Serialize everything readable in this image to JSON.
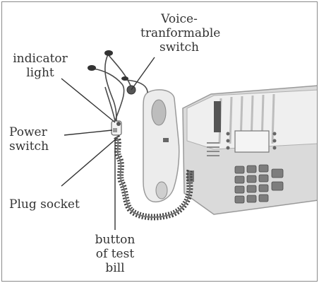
{
  "labels": {
    "voice_switch": [
      "Voice-",
      "tranformable",
      "switch"
    ],
    "indicator_light": [
      "indicator",
      "light"
    ],
    "power_switch": [
      "Power",
      "switch"
    ],
    "plug_socket": "Plug socket",
    "test_bill_button": [
      "button",
      "of test",
      "bill"
    ]
  },
  "colors": {
    "ink": "#333333",
    "phone_body": "#e6e6e6",
    "phone_shadow": "#a8a8a8",
    "keypad": "#7d7d7d",
    "cord": "#444444"
  }
}
